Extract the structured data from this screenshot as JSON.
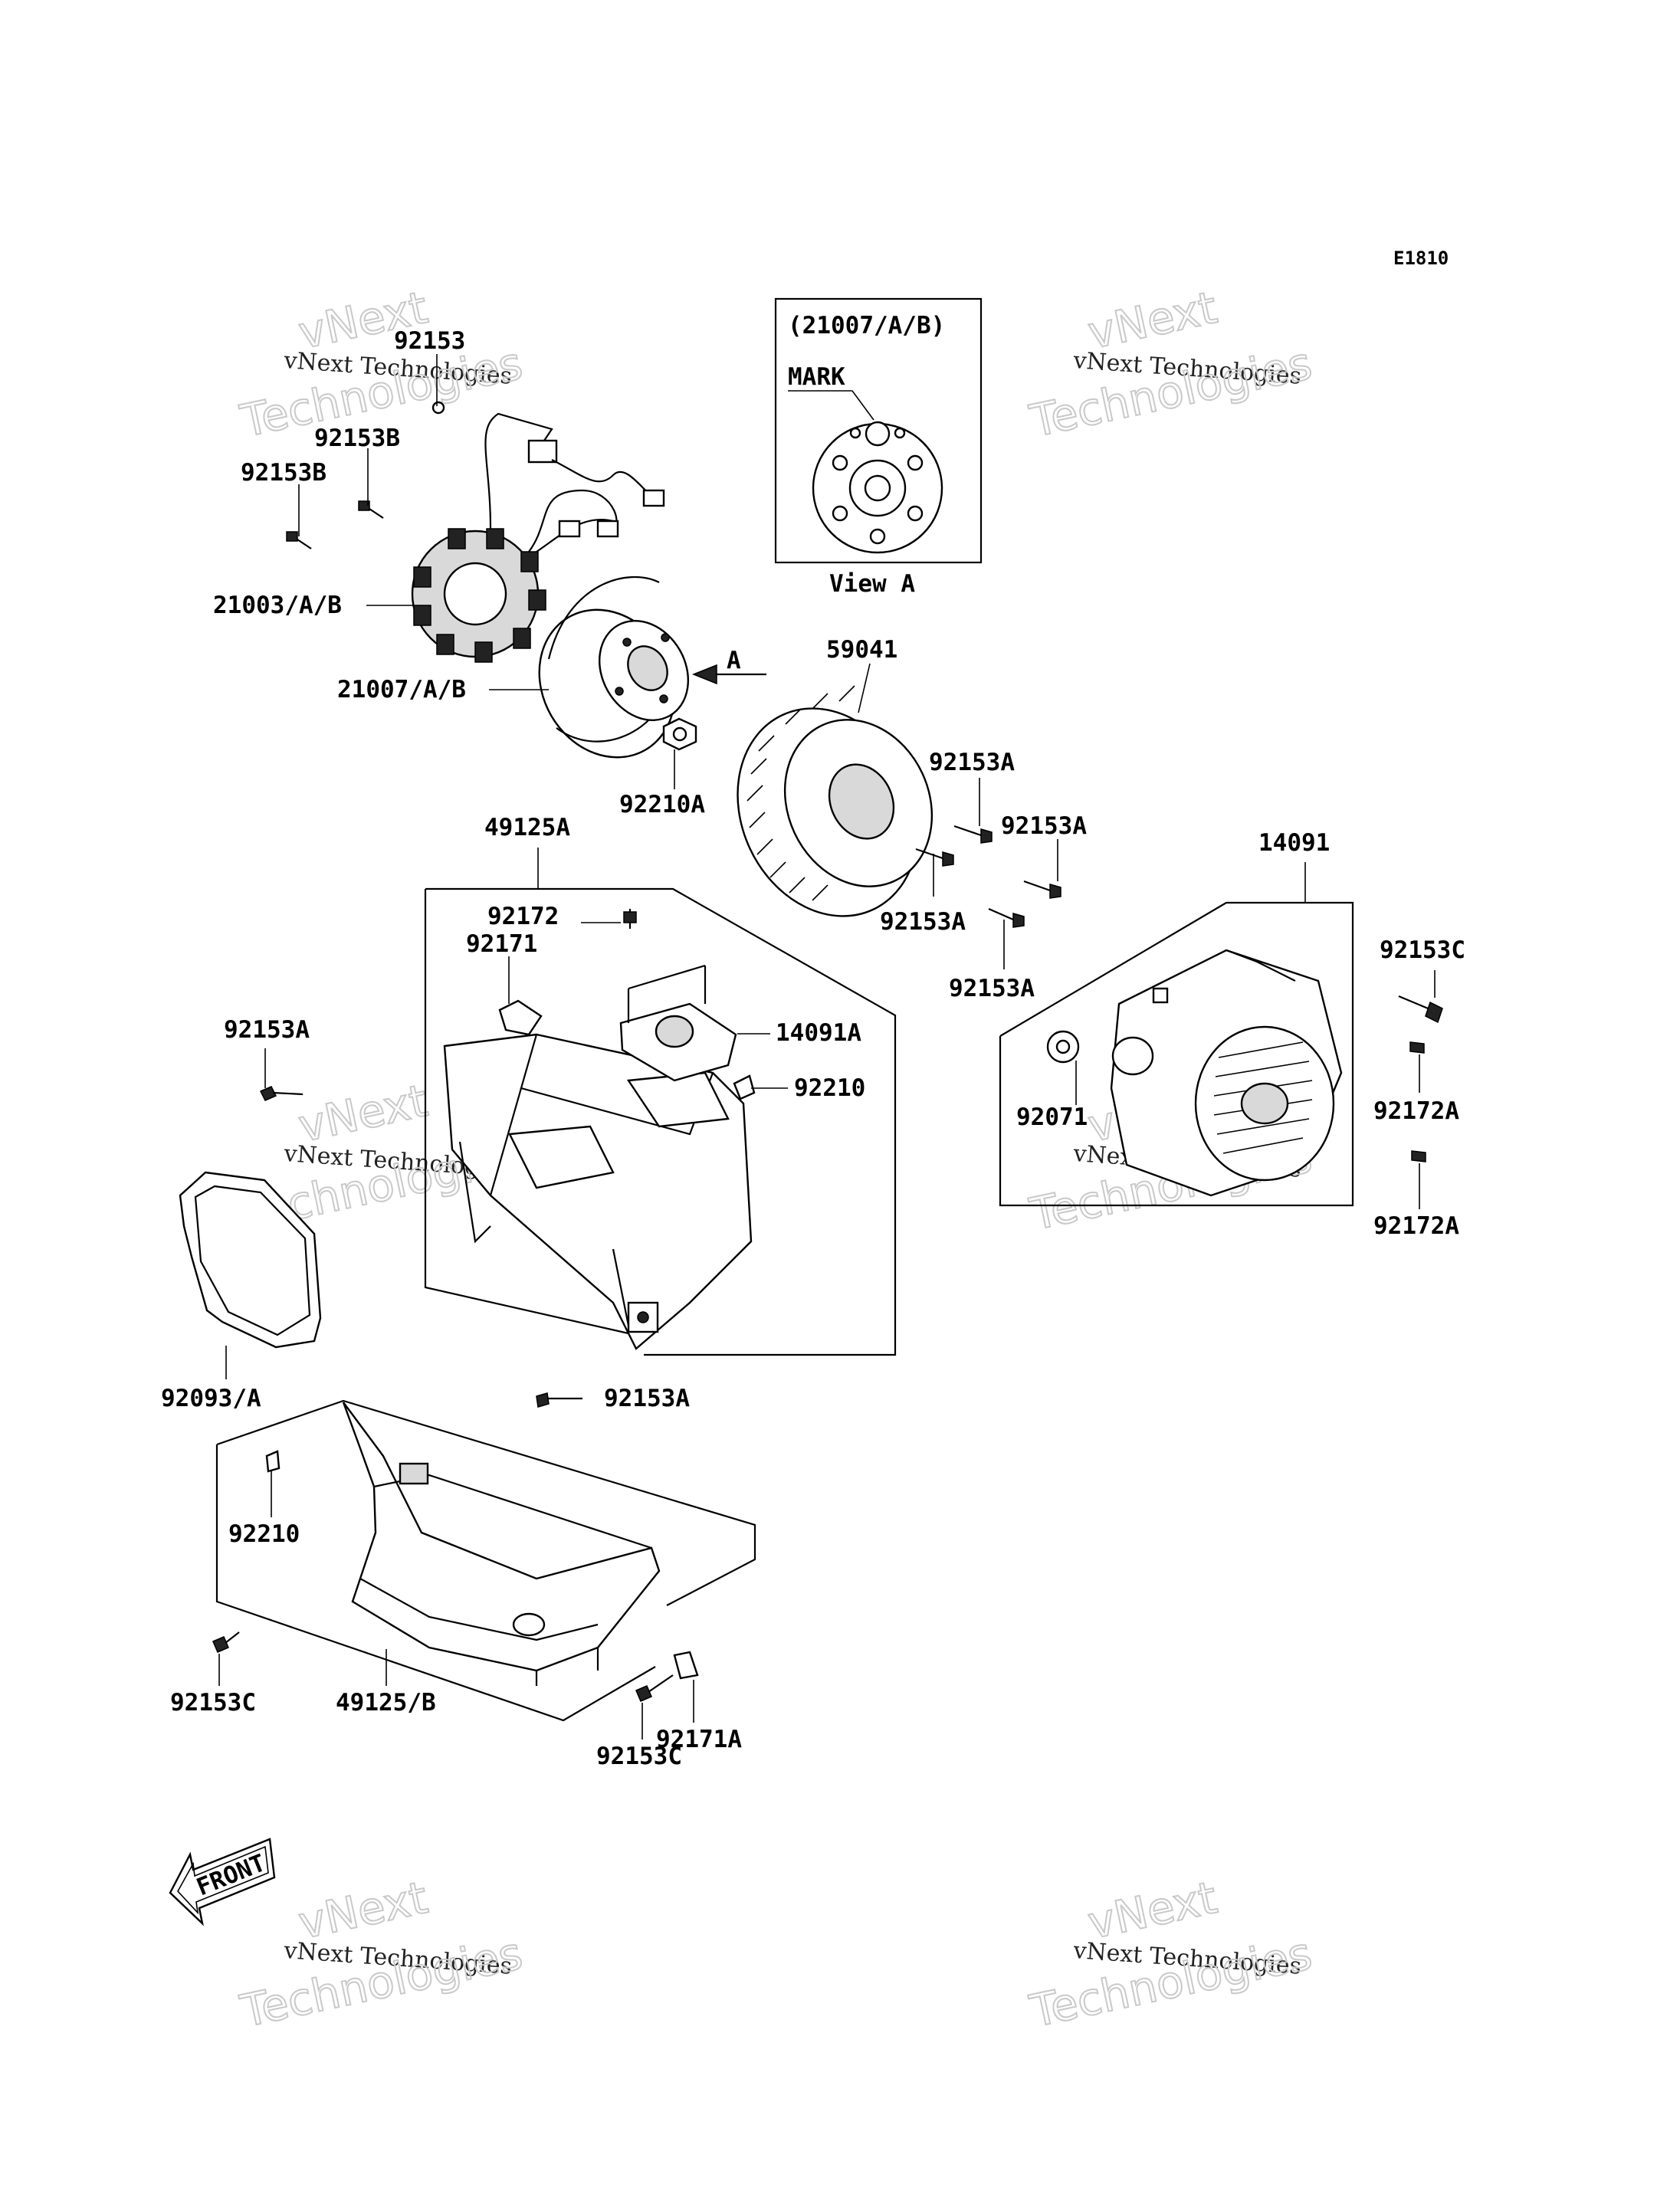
{
  "diagram_code": "E1810",
  "inset": {
    "title": "(21007/A/B)",
    "mark_label": "MARK",
    "caption": "View A"
  },
  "view_arrow_label": "A",
  "front_label": "FRONT",
  "watermark": {
    "brand": "vNext",
    "line1": "vNext Technologies",
    "line2": "Technologies"
  },
  "labels": [
    {
      "id": "92153-top",
      "text": "92153"
    },
    {
      "id": "92153B-1",
      "text": "92153B"
    },
    {
      "id": "92153B-2",
      "text": "92153B"
    },
    {
      "id": "21003",
      "text": "21003/A/B"
    },
    {
      "id": "21007",
      "text": "21007/A/B"
    },
    {
      "id": "92210A",
      "text": "92210A"
    },
    {
      "id": "59041",
      "text": "59041"
    },
    {
      "id": "92153A-1",
      "text": "92153A"
    },
    {
      "id": "92153A-2",
      "text": "92153A"
    },
    {
      "id": "92153A-3",
      "text": "92153A"
    },
    {
      "id": "92153A-4",
      "text": "92153A"
    },
    {
      "id": "49125A",
      "text": "49125A"
    },
    {
      "id": "92172",
      "text": "92172"
    },
    {
      "id": "92171",
      "text": "92171"
    },
    {
      "id": "14091A",
      "text": "14091A"
    },
    {
      "id": "92210-mid",
      "text": "92210"
    },
    {
      "id": "92153A-left",
      "text": "92153A"
    },
    {
      "id": "92093",
      "text": "92093/A"
    },
    {
      "id": "92153A-bottom",
      "text": "92153A"
    },
    {
      "id": "14091",
      "text": "14091"
    },
    {
      "id": "92153C-right",
      "text": "92153C"
    },
    {
      "id": "92071",
      "text": "92071"
    },
    {
      "id": "92172A-1",
      "text": "92172A"
    },
    {
      "id": "92172A-2",
      "text": "92172A"
    },
    {
      "id": "92210-low",
      "text": "92210"
    },
    {
      "id": "92153C-left",
      "text": "92153C"
    },
    {
      "id": "49125B",
      "text": "49125/B"
    },
    {
      "id": "92171A",
      "text": "92171A"
    },
    {
      "id": "92153C-bottom",
      "text": "92153C"
    }
  ]
}
